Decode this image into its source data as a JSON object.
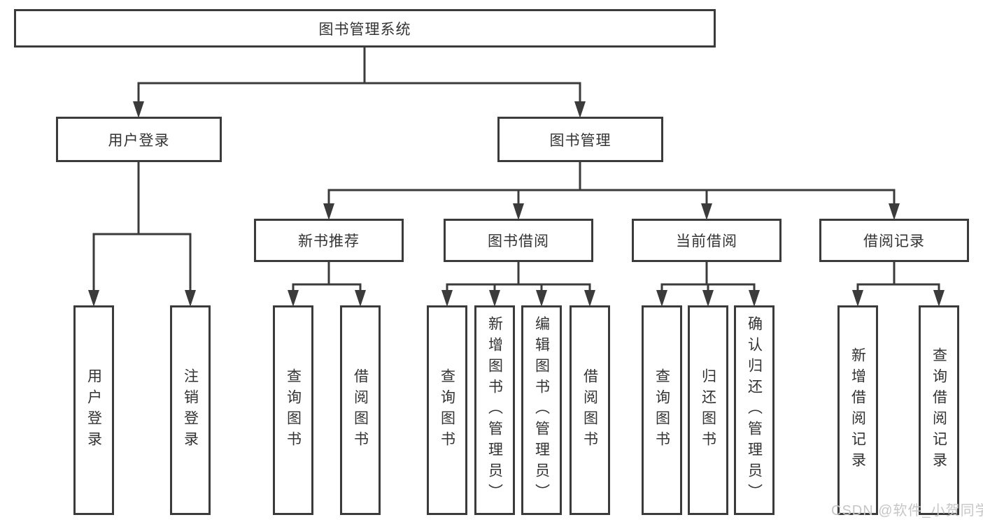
{
  "root": {
    "label": "图书管理系统"
  },
  "branches": [
    {
      "label": "用户登录"
    },
    {
      "label": "图书管理"
    }
  ],
  "modules": [
    {
      "label": "新书推荐"
    },
    {
      "label": "图书借阅"
    },
    {
      "label": "当前借阅"
    },
    {
      "label": "借阅记录"
    }
  ],
  "leaves": [
    {
      "label": "用户登录"
    },
    {
      "label": "注销登录"
    },
    {
      "label": "查询图书"
    },
    {
      "label": "借阅图书"
    },
    {
      "label": "查询图书"
    },
    {
      "label": "新增图书（管理员）"
    },
    {
      "label": "编辑图书（管理员）"
    },
    {
      "label": "借阅图书"
    },
    {
      "label": "查询图书"
    },
    {
      "label": "归还图书"
    },
    {
      "label": "确认归还（管理员）"
    },
    {
      "label": "新增借阅记录"
    },
    {
      "label": "查询借阅记录"
    }
  ],
  "watermark": "CSDN @软件_小贺同学",
  "colors": {
    "line": "#3b3b3b",
    "text": "#333333",
    "watermark": "#c6c6c6",
    "background": "#ffffff"
  }
}
